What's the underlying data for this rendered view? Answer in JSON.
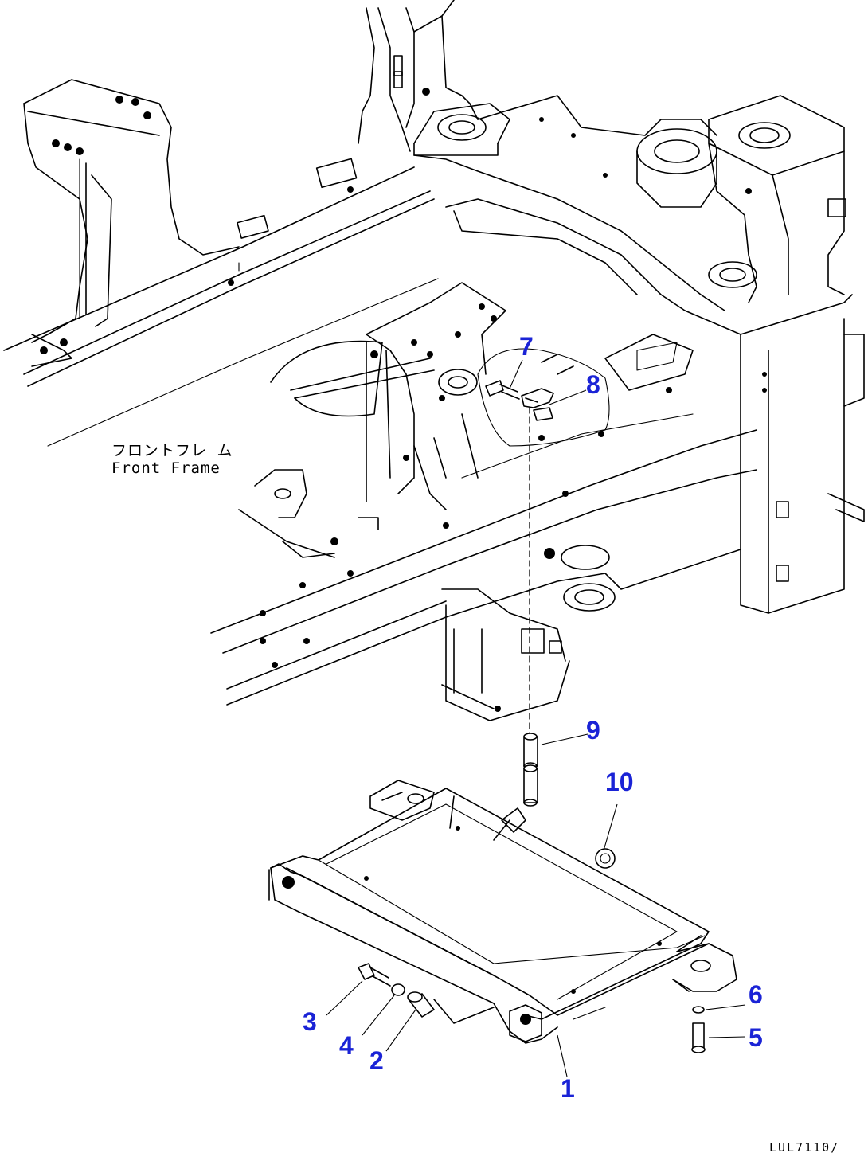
{
  "labels": {
    "frame_jp": "フロントフレ ム",
    "frame_en": "Front Frame",
    "drawing_code": "LUL7110/"
  },
  "callouts": [
    {
      "id": "7",
      "label": "7"
    },
    {
      "id": "8",
      "label": "8"
    },
    {
      "id": "9",
      "label": "9"
    },
    {
      "id": "10",
      "label": "10"
    },
    {
      "id": "6",
      "label": "6"
    },
    {
      "id": "5",
      "label": "5"
    },
    {
      "id": "3",
      "label": "3"
    },
    {
      "id": "4",
      "label": "4"
    },
    {
      "id": "2",
      "label": "2"
    },
    {
      "id": "1",
      "label": "1"
    }
  ],
  "colors": {
    "callout": "#1a23d6",
    "line": "#000000",
    "background": "#ffffff"
  }
}
